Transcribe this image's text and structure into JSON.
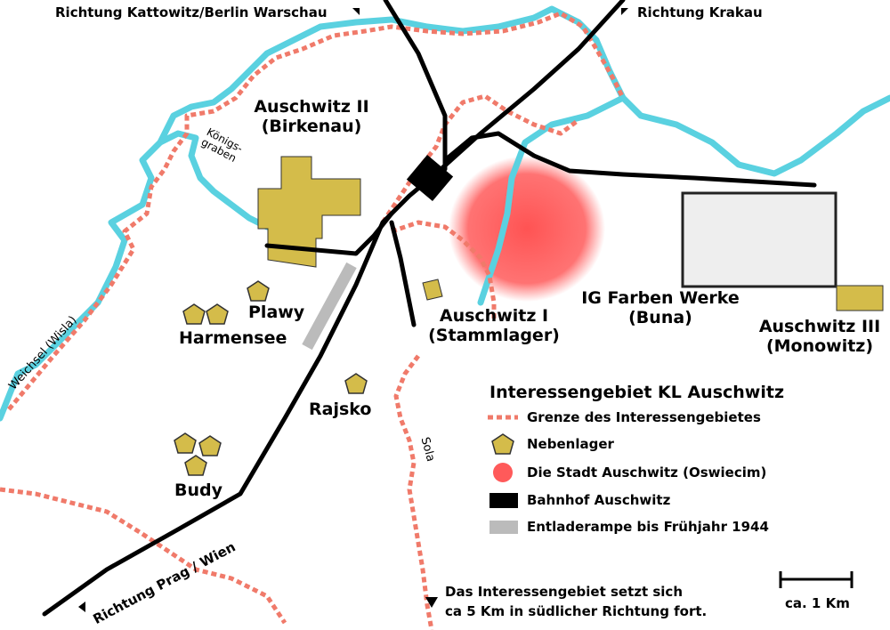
{
  "directions": {
    "kattowitz": "Richtung Kattowitz/Berlin Warschau",
    "krakau": "Richtung Krakau",
    "prag": "Richtung Prag / Wien"
  },
  "places": {
    "birkenau_1": "Auschwitz II",
    "birkenau_2": "(Birkenau)",
    "stammlager_1": "Auschwitz I",
    "stammlager_2": "(Stammlager)",
    "buna_1": "IG Farben Werke",
    "buna_2": "(Buna)",
    "monowitz_1": "Auschwitz III",
    "monowitz_2": "(Monowitz)",
    "plawy": "Plawy",
    "harmensee": "Harmensee",
    "rajsko": "Rajsko",
    "budy": "Budy"
  },
  "rivers": {
    "koenigsgraben_1": "Königs-",
    "koenigsgraben_2": "graben",
    "weichsel": "Weichsel (Wisla)",
    "sola": "Sola"
  },
  "legend": {
    "title": "Interessengebiet KL Auschwitz",
    "border": "Grenze des Interessengebietes",
    "subcamp": "Nebenlager",
    "town": "Die Stadt Auschwitz (Oswiecim)",
    "station": "Bahnhof Auschwitz",
    "ramp": "Entladerampe bis Frühjahr 1944"
  },
  "note": {
    "line1": "Das Interessengebiet setzt sich",
    "line2": "ca 5 Km in südlicher Richtung fort."
  },
  "scale": "ca. 1 Km",
  "colors": {
    "river": "#5ad1e0",
    "border": "#f07a6a",
    "camp": "#d4bc4a",
    "town": "#ff5a5a",
    "rail": "#000000",
    "ramp": "#bbbbbb",
    "factory": "#eeeeee"
  }
}
